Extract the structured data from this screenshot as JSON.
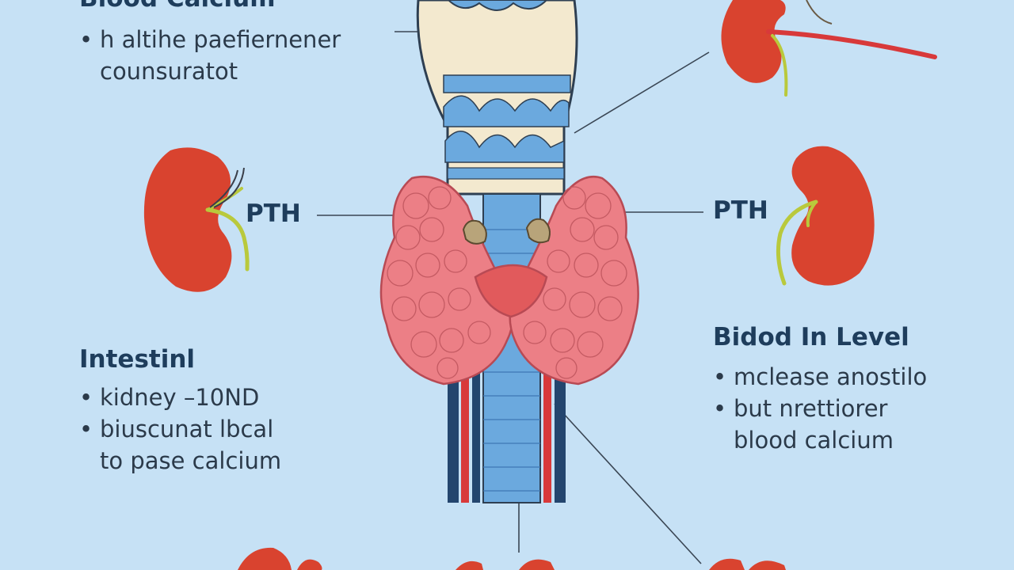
{
  "top_left": {
    "heading": "Blood Calcium",
    "bullets": [
      "h altihe paefiernener",
      "counsuratot"
    ]
  },
  "left_mid": {
    "label": "PTH"
  },
  "right_mid": {
    "label": "PTH"
  },
  "bottom_left": {
    "heading": "Intestinl",
    "bullets": [
      "kidney –10ND",
      "biuscunat lbcal",
      "to pase calcium"
    ]
  },
  "bottom_right": {
    "heading": "Bidod In Level",
    "bullets": [
      "mclease anostilo",
      "but nrettiorer",
      "blood calcium"
    ]
  },
  "colors": {
    "background": "#c6e1f5",
    "kidney": "#d9432f",
    "thyroid": "#ec7f86",
    "thyroid_outline": "#b84a54",
    "trachea_blue": "#6ba9de",
    "cartilage": "#f3e9cf",
    "ureter": "#b9c93c",
    "vessel_red": "#d8393a",
    "vessel_navy": "#23456e"
  }
}
